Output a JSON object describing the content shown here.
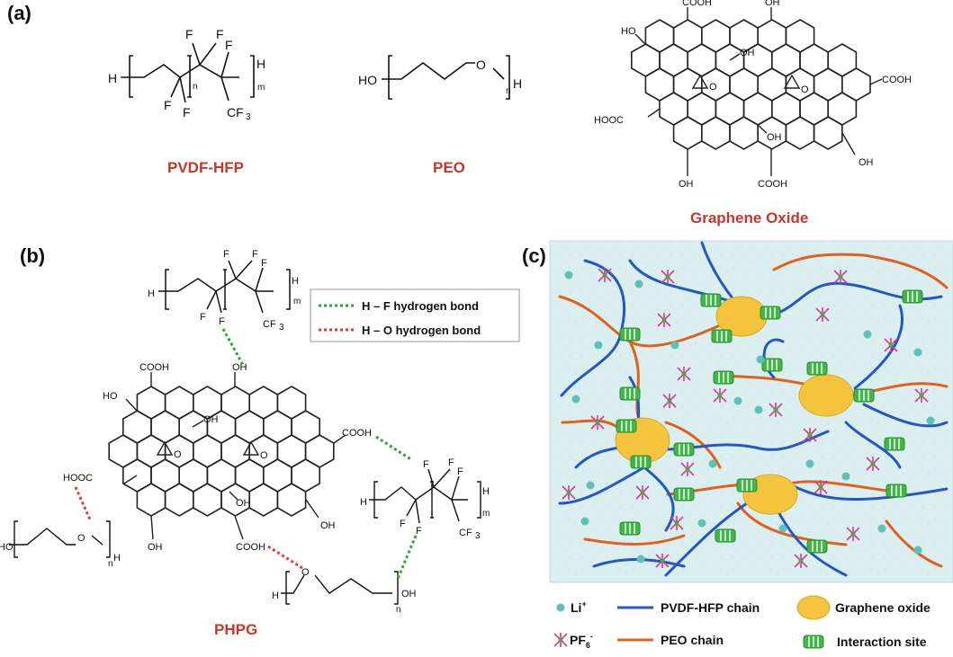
{
  "panels": {
    "a": "(a)",
    "b": "(b)",
    "c": "(c)"
  },
  "names": {
    "pvdf": "PVDF-HFP",
    "peo": "PEO",
    "go": "Graphene Oxide",
    "phpg": "PHPG"
  },
  "atoms": {
    "H": "H",
    "F": "F",
    "CF3": "CF",
    "three": "3",
    "n": "n",
    "m": "m",
    "HO": "HO",
    "O": "O",
    "OH": "OH",
    "COOH": "COOH",
    "HOOC": "HOOC"
  },
  "bond_key": {
    "hf": "H – F  hydrogen bond",
    "ho": "H – O  hydrogen bond",
    "hf_color": "#27a833",
    "ho_color": "#e03c2a"
  },
  "legend": {
    "li": "Li",
    "li_sup": "+",
    "pf6": "PF",
    "pf6_sub": "6",
    "pf6_sup": "-",
    "pvdf_chain": "PVDF-HFP chain",
    "peo_chain": "PEO chain",
    "go": "Graphene oxide",
    "site": "Interaction site"
  },
  "colors": {
    "name_red": "#c0392b",
    "pvdf_chain": "#2456c4",
    "peo_chain": "#e0601e",
    "graphene": "#f3c43c",
    "interaction": "#43b649",
    "li": "#5cc2b6",
    "pf6": "#d43b8c",
    "background_c": "#dceff0"
  }
}
